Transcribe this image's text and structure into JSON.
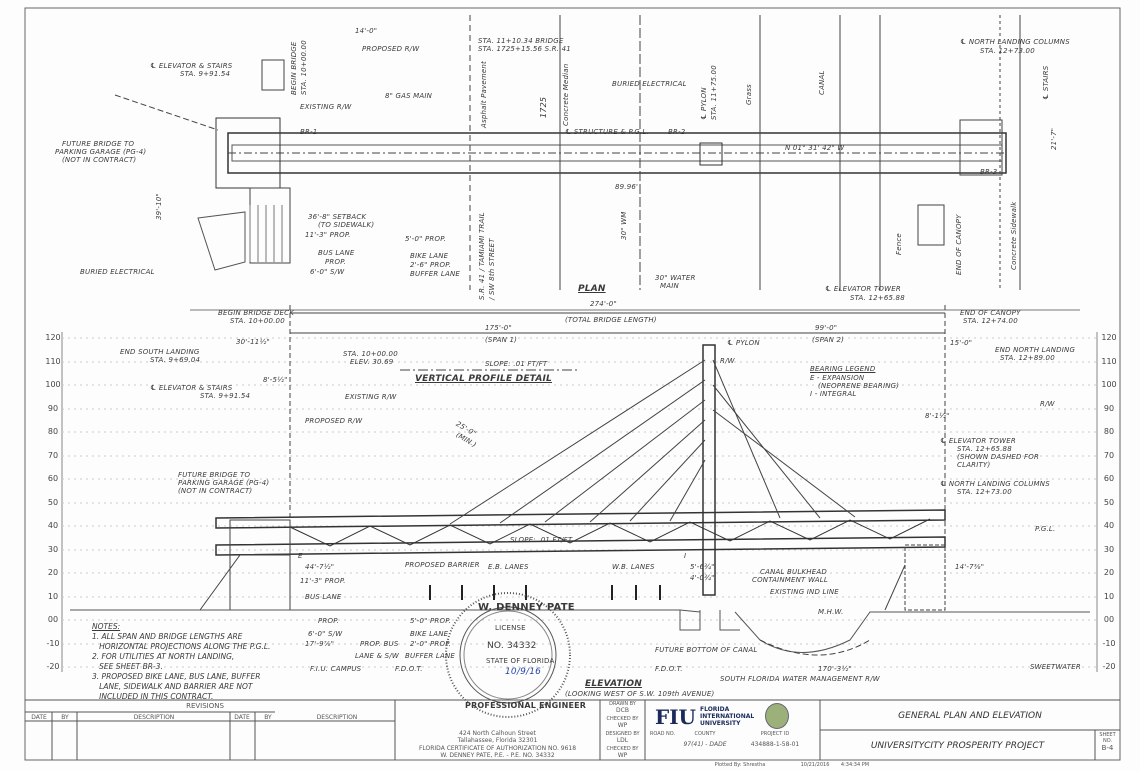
{
  "plan": {
    "title": "PLAN",
    "labels": {
      "elevator_stairs": "℄ ELEVATOR & STAIRS",
      "elevator_stairs_sta": "STA. 9+91.54",
      "begin_bridge": "BEGIN BRIDGE",
      "begin_bridge_sta": "STA. 10+00.00",
      "dim_14": "14'-0\"",
      "proposed_rw": "PROPOSED R/W",
      "existing_rw": "EXISTING R/W",
      "gas_main": "8\" GAS MAIN",
      "bridge_sta": "STA. 11+10.34 BRIDGE",
      "bridge_sta2": "STA. 1725+15.56 S.R. 41",
      "buried_electrical_top": "BURIED ELECTRICAL",
      "pylon": "℄ PYLON",
      "pylon_sta": "STA. 11+75.00",
      "grass": "Grass",
      "canal": "CANAL",
      "north_landing_cols": "℄ NORTH LANDING COLUMNS",
      "north_landing_sta": "STA. 12+73.00",
      "stairs": "℄ STAIRS",
      "future_bridge": "FUTURE BRIDGE TO",
      "future_bridge2": "PARKING GARAGE (PG-4)",
      "future_bridge3": "(NOT IN CONTRACT)",
      "br1": "BR-1",
      "br2": "BR-2",
      "br3": "BR-3",
      "structure_pgl": "℄ STRUCTURE & P.G.L.",
      "bearing": "N 01° 31' 42\" W",
      "dim_8996": "89.96'",
      "dim_3910": "39'-10\"",
      "setback": "36'-8\" SETBACK",
      "setback2": "(TO SIDEWALK)",
      "prop_11": "11'-3\" PROP.",
      "bus_lane": "BUS LANE",
      "prop_bus": "PROP.",
      "sw_6": "6'-0\" S/W",
      "prop_5": "5'-0\" PROP.",
      "bike_lane": "BIKE LANE",
      "prop_2": "2'-6\" PROP.",
      "buffer_lane": "BUFFER LANE",
      "tamiami": "S.R. 41 / TAMIAMI TRAIL",
      "tamiami2": "/ SW 8th STREET",
      "water_main": "30\" WATER",
      "water_main2": "MAIN",
      "wm30": "30\" WM",
      "buried_electrical": "BURIED ELECTRICAL",
      "elevator_tower": "℄ ELEVATOR TOWER",
      "elevator_tower_sta": "STA. 12+65.88",
      "concrete_sidewalk": "Concrete Sidewalk",
      "fence": "Fence",
      "end_of_canopy_v": "END OF CANOPY",
      "station_1725": "1725",
      "concrete_median": "Concrete Median",
      "asphalt": "Asphalt Pavement",
      "dim_217": "21'-7\""
    }
  },
  "elevation": {
    "y_axis_ticks": [
      "120",
      "110",
      "100",
      "90",
      "80",
      "70",
      "60",
      "50",
      "40",
      "30",
      "20",
      "10",
      "00",
      "-10",
      "-20"
    ],
    "labels": {
      "begin_bridge_deck": "BEGIN BRIDGE DECK",
      "begin_bridge_deck_sta": "STA. 10+00.00",
      "total_length": "274'-0\"",
      "total_length_note": "(TOTAL BRIDGE LENGTH)",
      "span1": "175'-0\"",
      "span1_note": "(SPAN 1)",
      "span2": "99'-0\"",
      "span2_note": "(SPAN 2)",
      "end_of_canopy": "END OF CANOPY",
      "end_of_canopy_sta": "STA. 12+74.00",
      "end_south_landing": "END SOUTH LANDING",
      "end_south_landing_sta": "STA. 9+69.04",
      "dim_30": "30'-11½\"",
      "sta_start": "STA. 10+00.00",
      "elev_start": "ELEV. 30.69",
      "slope_top": "SLOPE: .01 FT/FT",
      "profile_title": "VERTICAL PROFILE DETAIL",
      "pylon": "℄ PYLON",
      "rw": "R/W",
      "dim_15": "15'-0\"",
      "end_north_landing": "END NORTH LANDING",
      "end_north_landing_sta": "STA. 12+89.00",
      "elevator_stairs": "℄ ELEVATOR & STAIRS",
      "elevator_stairs_sta": "STA. 9+91.54",
      "dim_85": "8'-5½\"",
      "existing_rw": "EXISTING R/W",
      "proposed_rw": "PROPOSED R/W",
      "clearance": "25'-0\"",
      "clearance_min": "(MIN.)",
      "bearing_legend": "BEARING LEGEND",
      "bearing_e": "E - EXPANSION",
      "bearing_e2": "(NEOPRENE BEARING)",
      "bearing_i": "I - INTEGRAL",
      "dim_81": "8'-1½\"",
      "rw_right": "R/W",
      "elevator_tower": "℄ ELEVATOR TOWER",
      "elevator_tower_sta": "STA. 12+65.88",
      "elevator_tower_note": "(SHOWN DASHED FOR",
      "elevator_tower_note2": "CLARITY)",
      "north_landing_cols": "℄ NORTH LANDING COLUMNS",
      "north_landing_sta": "STA. 12+73.00",
      "future_bridge": "FUTURE BRIDGE TO",
      "future_bridge2": "PARKING GARAGE (PG-4)",
      "future_bridge3": "(NOT IN CONTRACT)",
      "pgl": "P.G.L.",
      "slope_bottom": "SLOPE: .01 FT/FT",
      "dim_44": "44'-7½\"",
      "proposed_barrier": "PROPOSED BARRIER",
      "eb_lanes": "E.B. LANES",
      "wb_lanes": "W.B. LANES",
      "dim_56": "5'-6¾\"",
      "dim_40": "4'-0¾\"",
      "canal_bulkhead": "CANAL BULKHEAD",
      "containment_wall": "CONTAINMENT WALL",
      "existing_ind": "EXISTING IND LINE",
      "mhw": "M.H.W.",
      "dim_147": "14'-7⅜\"",
      "prop_11": "11'-3\" PROP.",
      "bus_lane": "BUS LANE",
      "prop": "PROP.",
      "sw6": "6'-0\" S/W",
      "dim_179": "17'-9⅞\"",
      "prop_bus": "PROP. BUS",
      "lane_sw": "LANE & S/W",
      "prop_5": "5'-0\" PROP.",
      "bike_lane": "BIKE LANE",
      "prop_2": "2'-0\" PROP.",
      "buffer_lane": "BUFFER LANE",
      "fiu_campus": "F.I.U. CAMPUS",
      "fdot1": "F.D.O.T.",
      "fdot2": "F.D.O.T.",
      "future_canal": "FUTURE BOTTOM OF CANAL",
      "dim_170": "170'-3½\"",
      "sfwmd": "SOUTH FLORIDA WATER MANAGEMENT R/W",
      "sweetwater": "SWEETWATER",
      "e_mark": "E",
      "i_mark": "I",
      "title": "ELEVATION",
      "subtitle": "(LOOKING WEST OF S.W. 109th AVENUE)"
    }
  },
  "notes": {
    "heading": "NOTES:",
    "items": [
      "1. ALL SPAN AND BRIDGE LENGTHS ARE\n   HORIZONTAL PROJECTIONS ALONG THE P.G.L.",
      "2. FOR UTILITIES AT NORTH LANDING,\n   SEE SHEET BR-3.",
      "3. PROPOSED BIKE LANE, BUS LANE, BUFFER\n   LANE, SIDEWALK AND BARRIER ARE NOT\n   INCLUDED IN THIS CONTRACT."
    ]
  },
  "seal": {
    "name": "W. DENNEY PATE",
    "license": "LICENSE",
    "number": "NO. 34332",
    "state": "STATE OF FLORIDA",
    "ring": "PROFESSIONAL ENGINEER",
    "date": "10/9/16"
  },
  "title_block": {
    "revisions": "REVISIONS",
    "rev_cols": [
      "DATE",
      "BY",
      "DESCRIPTION",
      "DATE",
      "BY",
      "DESCRIPTION"
    ],
    "engineer_address1": "424 North Calhoun Street",
    "engineer_address2": "Tallahassee, Florida 32301",
    "engineer_cert": "FLORIDA CERTIFICATE OF AUTHORIZATION NO. 9618",
    "engineer_name": "W. DENNEY PATE, P.E. - P.E. NO. 34332",
    "drawn_by_label": "DRAWN BY",
    "drawn_by": "DCB",
    "checked_by_label": "CHECKED BY",
    "checked_by": "WP",
    "designed_by_label": "DESIGNED BY",
    "designed_by": "LDL",
    "checked_by2_label": "CHECKED BY",
    "checked_by2": "WP",
    "fiu_logo": "FIU",
    "university": "FLORIDA INTERNATIONAL UNIVERSITY",
    "road_no_label": "ROAD NO.",
    "county_label": "COUNTY",
    "county": "97(41) - DADE",
    "project_id_label": "PROJECT ID",
    "project_id": "434888-1-58-01",
    "sheet_title": "GENERAL PLAN AND ELEVATION",
    "project_name": "UNIVERSITYCITY PROSPERITY PROJECT",
    "sheet_no_label": "SHEET NO.",
    "sheet_no": "B-4",
    "plotted_by": "Plotted By: Shrestha",
    "plot_date": "10/21/2016",
    "plot_time": "4:34:34 PM"
  },
  "colors": {
    "ink": "#3a3a3a",
    "paper": "#fdfdfd",
    "seal_blue": "#2a47a8"
  }
}
